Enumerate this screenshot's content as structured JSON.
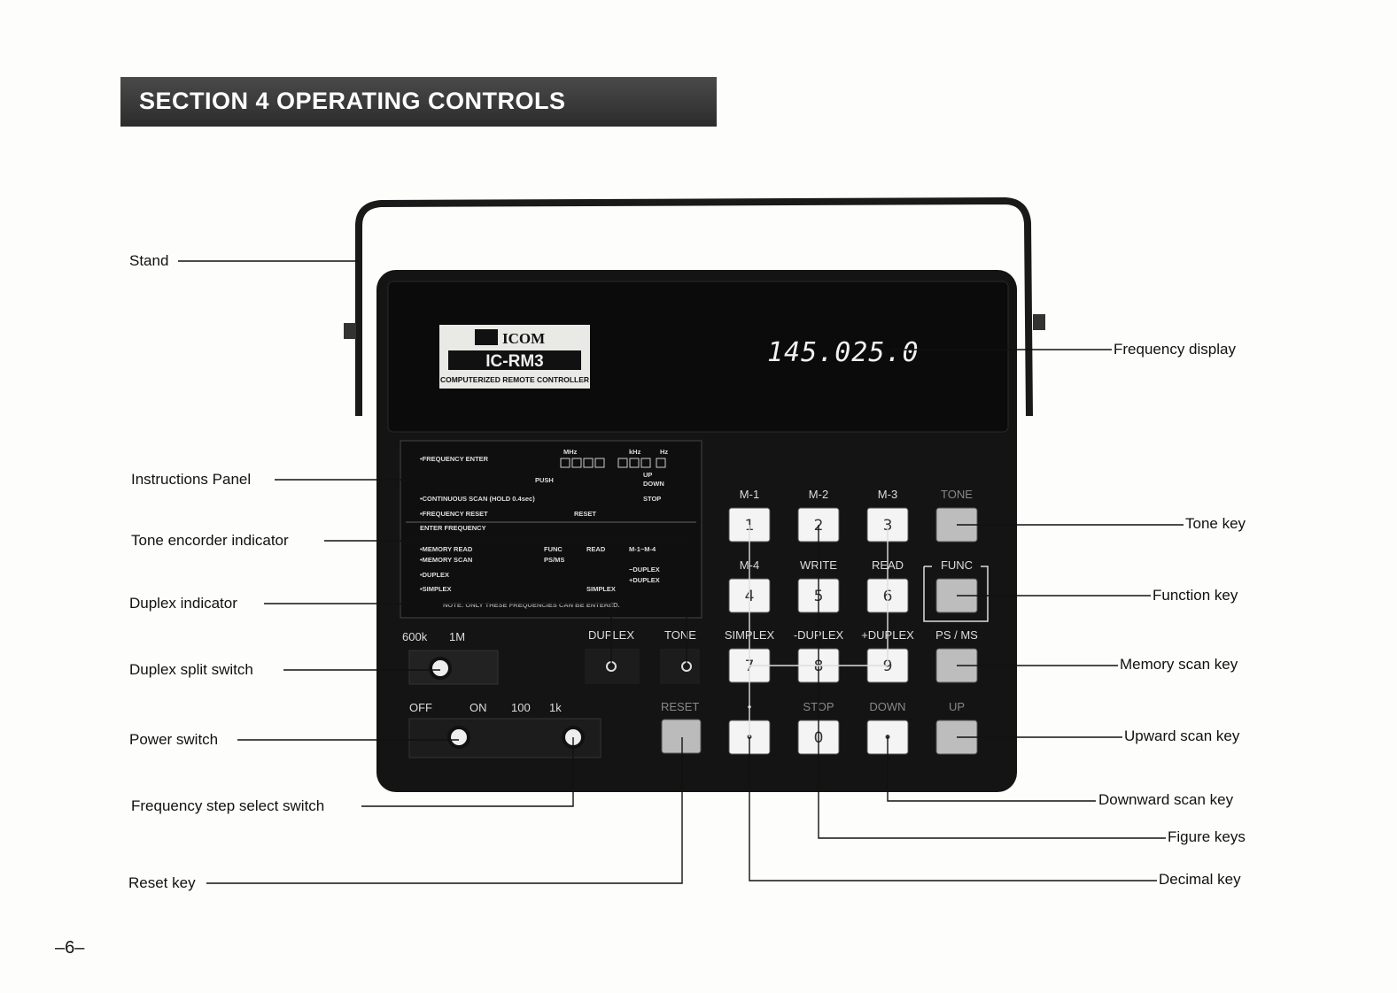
{
  "section_title": "SECTION 4  OPERATING CONTROLS",
  "page_number": "–6–",
  "device": {
    "brand": "ICOM",
    "model": "IC-RM3",
    "subtitle": "COMPUTERIZED REMOTE CONTROLLER",
    "display_value": "145.025.0",
    "instructions": {
      "frequency_enter": "•FREQUENCY ENTER",
      "continuous_scan": "•CONTINUOUS SCAN (HOLD 0.4sec)",
      "frequency_reset": "•FREQUENCY RESET",
      "enter_frequency": "ENTER FREQUENCY",
      "memory_read": "•MEMORY READ",
      "memory_scan": "•MEMORY SCAN",
      "duplex": "•DUPLEX",
      "simplex": "•SIMPLEX",
      "push": "PUSH",
      "mhz": "MHz",
      "khz": "kHz",
      "hz": "Hz",
      "up": "UP",
      "down": "DOWN",
      "stop": "STOP",
      "reset": "RESET",
      "func": "FUNC",
      "read": "READ",
      "m_range": "M-1~M-4",
      "ps_ms": "PS/MS",
      "minus_duplex": "−DUPLEX",
      "plus_duplex": "+DUPLEX",
      "simplex_btn": "SIMPLEX",
      "note": "NOTE: ONLY THESE FREQUENCIES CAN BE ENTERED."
    },
    "switch_labels": {
      "split_600k": "600k",
      "split_1m": "1M",
      "duplex": "DUPLEX",
      "tone": "TONE",
      "off": "OFF",
      "on": "ON",
      "step_100": "100",
      "step_1k": "1k",
      "reset": "RESET"
    },
    "key_rows": [
      [
        "M-1",
        "M-2",
        "M-3",
        "TONE"
      ],
      [
        "M-4",
        "WRITE",
        "READ",
        "FUNC"
      ],
      [
        "SIMPLEX",
        "-DUPLEX",
        "+DUPLEX",
        "PS / MS"
      ],
      [
        "•",
        "STOP",
        "DOWN",
        "UP"
      ]
    ],
    "key_glyphs": [
      [
        "1",
        "2",
        "3",
        ""
      ],
      [
        "4",
        "5",
        "6",
        ""
      ],
      [
        "7",
        "8",
        "9",
        ""
      ],
      [
        "•",
        "0",
        "•",
        ""
      ]
    ]
  },
  "callouts_left": [
    "Stand",
    "Instructions Panel",
    "Tone encorder indicator",
    "Duplex indicator",
    "Duplex split switch",
    "Power switch",
    "Frequency step select switch",
    "Reset key"
  ],
  "callouts_right": [
    "Frequency display",
    "Tone key",
    "Function key",
    "Memory scan key",
    "Upward scan key",
    "Downward scan key",
    "Figure keys",
    "Decimal key"
  ]
}
